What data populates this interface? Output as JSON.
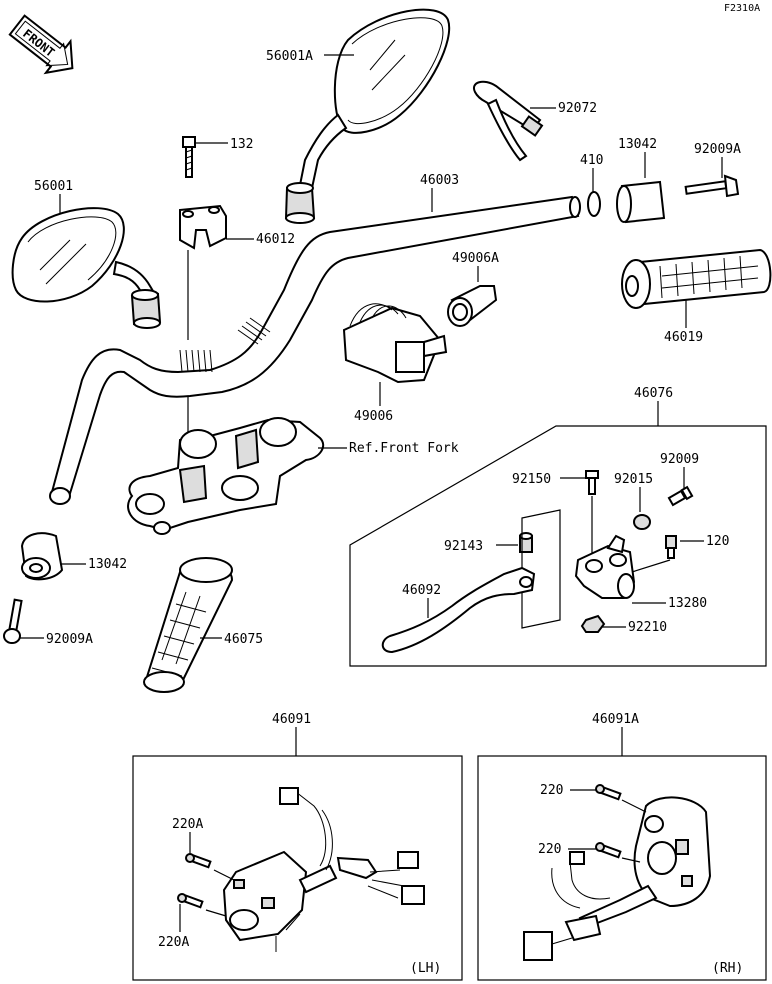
{
  "figure_id": "F2310A",
  "direction": "FRONT",
  "parts": {
    "p56001A": "56001A",
    "p92072": "92072",
    "p132": "132",
    "p410": "410",
    "p13042_top": "13042",
    "p92009A_top": "92009A",
    "p56001": "56001",
    "p46003": "46003",
    "p46012": "46012",
    "p49006A": "49006A",
    "p46019": "46019",
    "p49006": "49006",
    "p46076": "46076",
    "ref_front_fork": "Ref.Front Fork",
    "p92150": "92150",
    "p92015": "92015",
    "p92009": "92009",
    "p92143": "92143",
    "p120": "120",
    "p13042_left": "13042",
    "p46092": "46092",
    "p13280": "13280",
    "p92210": "92210",
    "p92009A_left": "92009A",
    "p46075": "46075",
    "p46091": "46091",
    "p46091A": "46091A",
    "p220A_a": "220A",
    "p220A_b": "220A",
    "p220_a": "220",
    "p220_b": "220"
  },
  "boxes": {
    "lh": "(LH)",
    "rh": "(RH)"
  }
}
